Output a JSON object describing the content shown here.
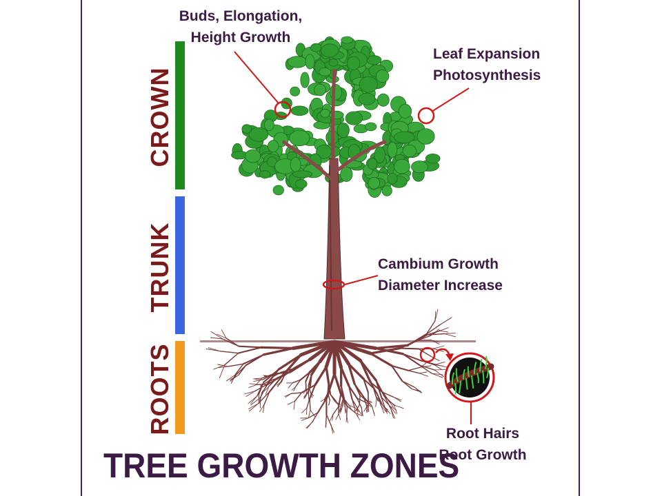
{
  "title": "TREE GROWTH ZONES",
  "zones": [
    {
      "label": "CROWN",
      "bar_color": "#1e8a1e",
      "text_color": "#7a1a1a"
    },
    {
      "label": "TRUNK",
      "bar_color": "#3a66e0",
      "text_color": "#7a1a1a"
    },
    {
      "label": "ROOTS",
      "bar_color": "#f39a1e",
      "text_color": "#7a1a1a"
    }
  ],
  "callouts": {
    "buds": [
      "Buds, Elongation,",
      "Height Growth"
    ],
    "leaf": [
      "Leaf Expansion",
      "Photosynthesis"
    ],
    "cambium": [
      "Cambium Growth",
      "Diameter Increase"
    ],
    "root_hairs": [
      "Root Hairs",
      "Root Growth"
    ]
  },
  "colors": {
    "frame": "#4a1e5a",
    "text": "#3b1a44",
    "foliage": "#2f9a2f",
    "trunk": "#8a4a4a",
    "roots": "#7a3a3a",
    "callout_marker": "#d01818"
  }
}
